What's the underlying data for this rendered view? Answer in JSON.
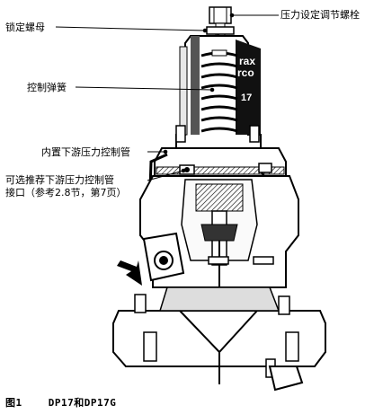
{
  "callouts": {
    "locknut": "锁定螺母",
    "adjust_screw": "压力设定调节螺栓",
    "control_spring": "控制弹簧",
    "internal_tube": "内置下游压力控制管",
    "optional_conn_line1": "可选推荐下游压力控制管",
    "optional_conn_line2": "接口（参考2.8节，第7页）"
  },
  "plate": {
    "brand_line1": "rax",
    "brand_line2": "rco",
    "model_number": "17"
  },
  "caption": {
    "figure_label": "图1",
    "title": "DP17和DP17G"
  }
}
